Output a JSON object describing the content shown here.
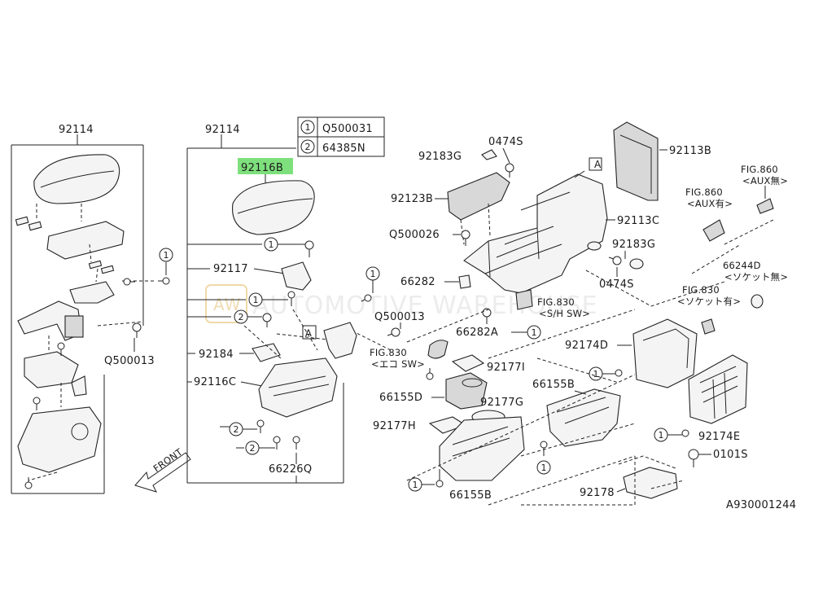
{
  "diagram": {
    "watermark": "AUTOMOTIVE WAREHOUSE",
    "watermark_badge": "AW",
    "diagram_code": "A930001244",
    "front_label": "FRONT",
    "legend": [
      {
        "num": "1",
        "part": "Q500031"
      },
      {
        "num": "2",
        "part": "64385N"
      }
    ],
    "ref_marker": "A",
    "highlighted": "92116B",
    "labels": {
      "p92114_left": "92114",
      "p92114_mid": "92114",
      "p92117": "92117",
      "p92184": "92184",
      "p92116C": "92116C",
      "p66226Q": "66226Q",
      "pQ500013_a": "Q500013",
      "pQ500013_b": "Q500013",
      "p92183G_a": "92183G",
      "p0474S_a": "0474S",
      "p92123B": "92123B",
      "pQ500026": "Q500026",
      "p66282": "66282",
      "p66282A": "66282A",
      "fig830_eco": "FIG.830",
      "fig830_eco_sub": "<エコ SW>",
      "p92177I": "92177I",
      "p66155D": "66155D",
      "p92177G": "92177G",
      "p92177H": "92177H",
      "p66155B_a": "66155B",
      "p66155B_b": "66155B",
      "p92113C": "92113C",
      "p92183G_b": "92183G",
      "p0474S_b": "0474S",
      "fig830_sh": "FIG.830",
      "fig830_sh_sub": "<S/H SW>",
      "p92113B": "92113B",
      "fig860_a": "FIG.860",
      "fig860_a_sub": "<AUX無>",
      "fig860_b": "FIG.860",
      "fig860_b_sub": "<AUX有>",
      "p66244D": "66244D",
      "p66244D_sub": "<ソケット無>",
      "fig830_sock": "FIG.830",
      "fig830_sock_sub": "<ソケット有>",
      "p92174D": "92174D",
      "p92174E": "92174E",
      "p0101S": "0101S",
      "p92178": "92178"
    }
  }
}
